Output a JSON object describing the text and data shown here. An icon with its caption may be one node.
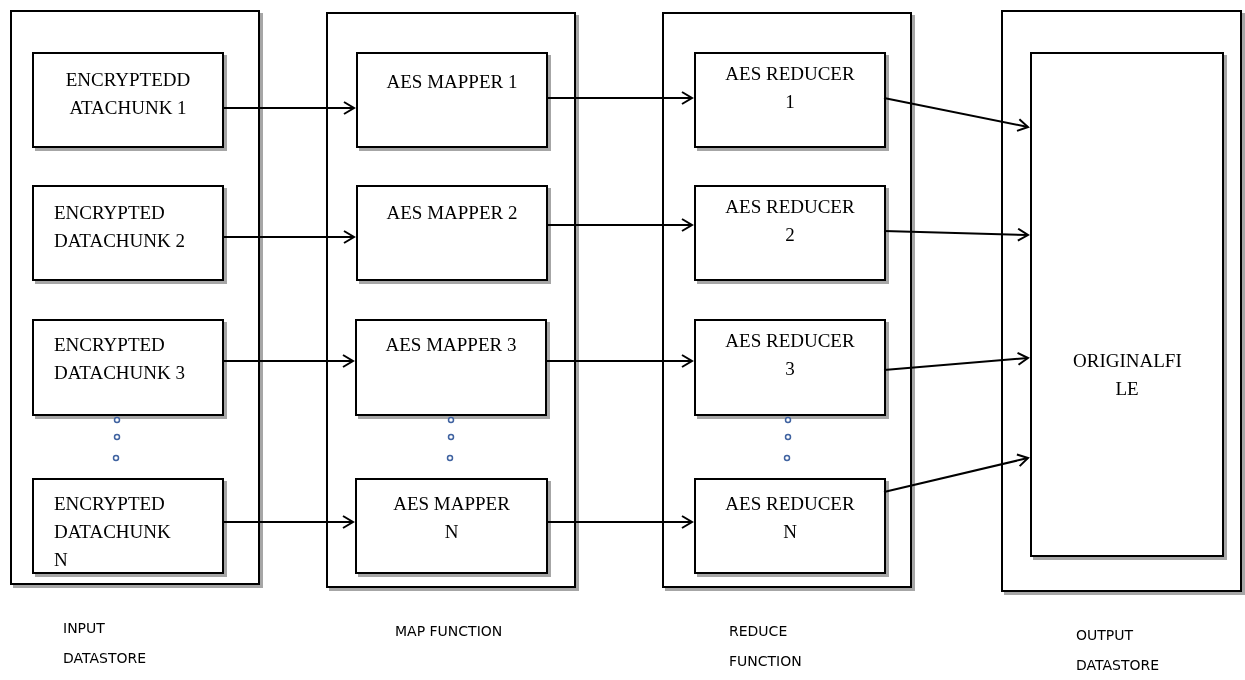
{
  "diagram": {
    "nodes": [
      {
        "text": [],
        "shape": "box",
        "beside": [
          "INPUT DATASTORE"
        ]
      },
      {
        "text": [
          "ENCRYPTEDD ATACHUNK 1"
        ],
        "in": 0
      },
      {
        "text": [
          "ENCRYPTED DATACHUNK 2"
        ],
        "in": 0
      },
      {
        "text": [
          "ENCRYPTED DATACHUNK 3"
        ],
        "in": 0
      },
      {
        "text": [
          "ENCRYPTED DATACHUNK N"
        ],
        "in": 0
      },
      {
        "text": [],
        "shape": "box",
        "beside": [
          "MAP FUNCTION"
        ]
      },
      {
        "text": [
          "AES MAPPER 1"
        ],
        "in": 5
      },
      {
        "text": [
          "AES MAPPER 2"
        ],
        "in": 5
      },
      {
        "text": [
          "AES MAPPER 3"
        ],
        "in": 5
      },
      {
        "text": [
          "AES MAPPER N"
        ],
        "in": 5
      },
      {
        "text": [],
        "shape": "box",
        "beside": [
          "REDUCE FUNCTION"
        ]
      },
      {
        "text": [
          "AES REDUCER 1"
        ],
        "in": 10
      },
      {
        "text": [
          "AES REDUCER 2"
        ],
        "in": 10
      },
      {
        "text": [
          "AES REDUCER 3"
        ],
        "in": 10
      },
      {
        "text": [
          "AES REDUCER N"
        ],
        "in": 10
      },
      {
        "text": [],
        "shape": "box",
        "beside": [
          "OUTPUT DATASTORE"
        ]
      },
      {
        "text": [
          "ORIGINALFI LE"
        ],
        "in": 15
      }
    ],
    "edges": [
      {
        "from": 1,
        "to": 6,
        "arrow": "to"
      },
      {
        "from": 2,
        "to": 7,
        "arrow": "to"
      },
      {
        "from": 3,
        "to": 8,
        "arrow": "to"
      },
      {
        "from": 4,
        "to": 9,
        "arrow": "to"
      },
      {
        "from": 6,
        "to": 11,
        "arrow": "to"
      },
      {
        "from": 7,
        "to": 12,
        "arrow": "to"
      },
      {
        "from": 8,
        "to": 13,
        "arrow": "to"
      },
      {
        "from": 9,
        "to": 14,
        "arrow": "to"
      },
      {
        "from": 11,
        "to": 16,
        "arrow": "to"
      },
      {
        "from": 12,
        "to": 16,
        "arrow": "to"
      },
      {
        "from": 13,
        "to": 16,
        "arrow": "to"
      },
      {
        "from": 14,
        "to": 16,
        "arrow": "to"
      }
    ]
  }
}
